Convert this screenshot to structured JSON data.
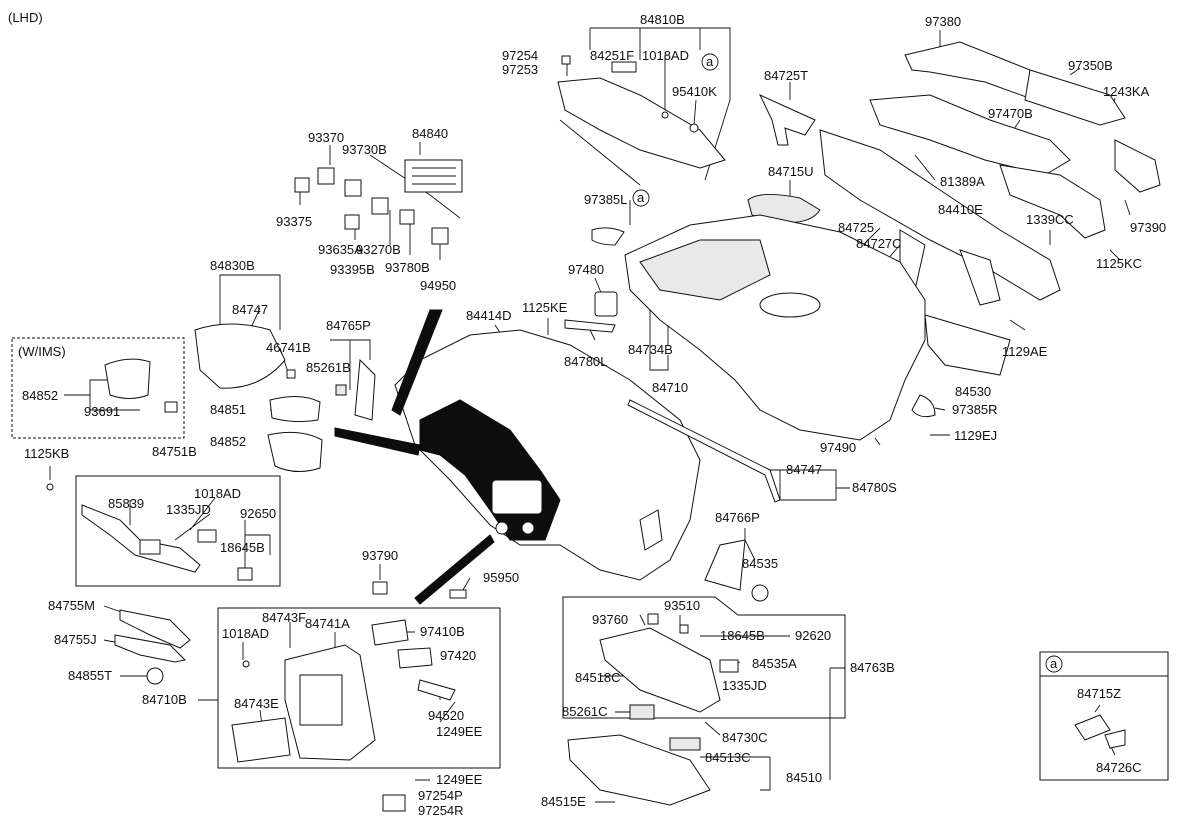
{
  "header": {
    "variant": "(LHD)"
  },
  "callouts": {
    "a_symbol": "a"
  },
  "labels": {
    "p84810B": "84810B",
    "p97254": "97254",
    "p97253": "97253",
    "p84251F": "84251F",
    "p1018AD_top": "1018AD",
    "p95410K": "95410K",
    "p84725T": "84725T",
    "p97380": "97380",
    "p97350B": "97350B",
    "p1243KA": "1243KA",
    "p97470B": "97470B",
    "p93370": "93370",
    "p93730B": "93730B",
    "p84840": "84840",
    "p93375": "93375",
    "p93635A": "93635A",
    "p93270B": "93270B",
    "p93395B": "93395B",
    "p93780B": "93780B",
    "p94950": "94950",
    "p84715U": "84715U",
    "p81389A": "81389A",
    "p97385L": "97385L",
    "p84410E": "84410E",
    "p84725": "84725",
    "p84727C": "84727C",
    "p1339CC": "1339CC",
    "p97390": "97390",
    "p1125KC": "1125KC",
    "p84830B": "84830B",
    "p84747_top": "84747",
    "p97480": "97480",
    "p1125KE": "1125KE",
    "p84414D": "84414D",
    "p84765P": "84765P",
    "p46741B": "46741B",
    "p85261B": "85261B",
    "p84780L": "84780L",
    "p84734B": "84734B",
    "p84710": "84710",
    "p1129AE": "1129AE",
    "p84530": "84530",
    "p97385R": "97385R",
    "wims": "(W/IMS)",
    "p84852_box": "84852",
    "p93691": "93691",
    "p84851": "84851",
    "p84852": "84852",
    "p1129EJ": "1129EJ",
    "p97490": "97490",
    "p84747_mid": "84747",
    "p84780S": "84780S",
    "p1125KB": "1125KB",
    "p84751B": "84751B",
    "p85839": "85839",
    "p1018AD_mid": "1018AD",
    "p1335JD_mid": "1335JD",
    "p92650": "92650",
    "p18645B_mid": "18645B",
    "p84766P": "84766P",
    "p84535": "84535",
    "p93790": "93790",
    "p95950": "95950",
    "p84755M": "84755M",
    "p84755J": "84755J",
    "p84743F": "84743F",
    "p1018AD_low": "1018AD",
    "p84741A": "84741A",
    "p97410B": "97410B",
    "p97420": "97420",
    "p84855T": "84855T",
    "p84710B": "84710B",
    "p84743E": "84743E",
    "p94520": "94520",
    "p1249EE_a": "1249EE",
    "p1249EE_b": "1249EE",
    "p97254P": "97254P",
    "p97254R": "97254R",
    "p93760": "93760",
    "p93510": "93510",
    "p18645B_low": "18645B",
    "p92620": "92620",
    "p84535A": "84535A",
    "p84518C": "84518C",
    "p1335JD_low": "1335JD",
    "p84763B": "84763B",
    "p85261C": "85261C",
    "p84730C": "84730C",
    "p84513C": "84513C",
    "p84510": "84510",
    "p84515E": "84515E",
    "p84715Z": "84715Z",
    "p84726C": "84726C"
  }
}
